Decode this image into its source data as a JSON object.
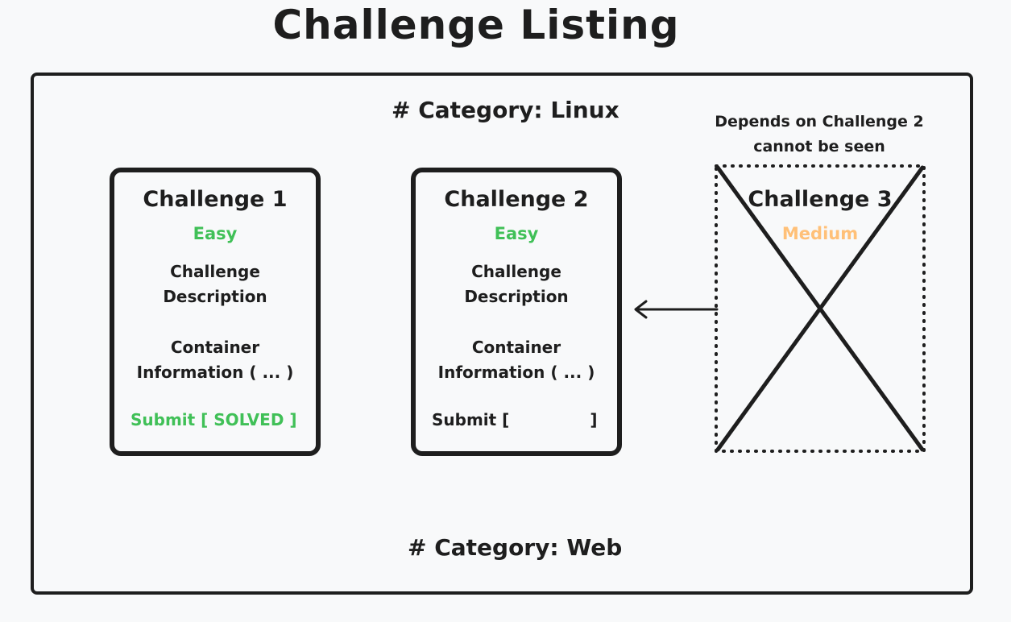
{
  "title": "Challenge Listing",
  "categories": [
    {
      "label": "# Category: Linux"
    },
    {
      "label": "# Category: Web"
    }
  ],
  "challenges": [
    {
      "title": "Challenge 1",
      "difficulty": "Easy",
      "description": [
        "Challenge",
        "Description"
      ],
      "container_info": [
        "Container",
        "Information ( ... )"
      ],
      "submit": "Submit [ SOLVED ]"
    },
    {
      "title": "Challenge 2",
      "difficulty": "Easy",
      "description": [
        "Challenge",
        "Description"
      ],
      "container_info": [
        "Container",
        "Information ( ... )"
      ],
      "submit_label": "Submit [",
      "submit_close": "]"
    },
    {
      "title": "Challenge 3",
      "difficulty": "Medium"
    }
  ],
  "dependency_note": [
    "Depends on Challenge 2",
    "cannot be seen"
  ],
  "colors": {
    "stroke": "#1e1e1e",
    "easy": "#40c057",
    "medium": "#ffc078",
    "background": "#f8f9fa"
  }
}
